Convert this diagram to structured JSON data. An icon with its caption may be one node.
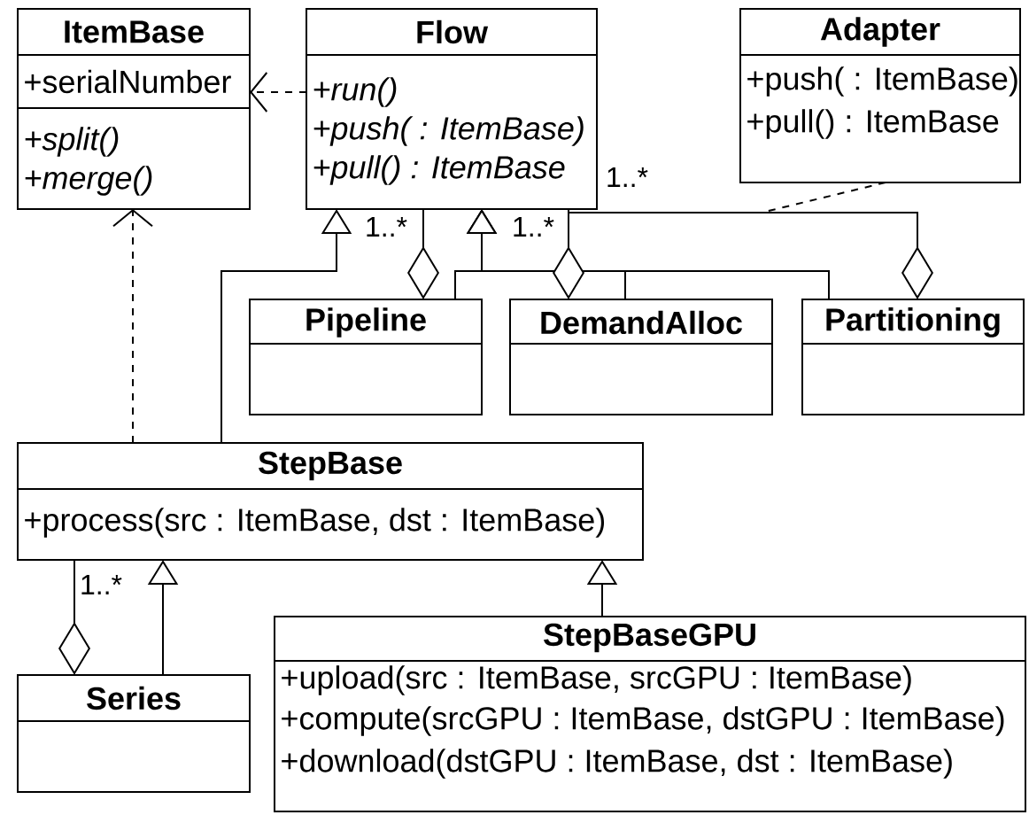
{
  "diagram": {
    "nodes": [
      {
        "text": [
          "ItemBase",
          "+serialNumber",
          "+split()",
          "+merge()"
        ]
      },
      {
        "text": [
          "Flow",
          "+run()",
          "+push( : ItemBase)",
          "+pull() : ItemBase"
        ]
      },
      {
        "text": [
          "Adapter",
          "+push( : ItemBase)",
          "+pull() : ItemBase"
        ]
      },
      {
        "text": [
          "Pipeline"
        ]
      },
      {
        "text": [
          "DemandAlloc"
        ]
      },
      {
        "text": [
          "Partitioning"
        ]
      },
      {
        "text": [
          "StepBase",
          "+process(src : ItemBase, dst : ItemBase)"
        ]
      },
      {
        "text": [
          "Series"
        ]
      },
      {
        "text": [
          "StepBaseGPU",
          "+upload(src : ItemBase, srcGPU : ItemBase)",
          "+compute(srcGPU : ItemBase, dstGPU : ItemBase)",
          "+download(dstGPU : ItemBase, dst : ItemBase)"
        ]
      }
    ],
    "edges": [
      {
        "from": 1,
        "to": 0,
        "arrow": "to",
        "style": "dashed"
      },
      {
        "from": 6,
        "to": 0,
        "arrow": "to",
        "style": "dashed"
      },
      {
        "from": 6,
        "to": 1,
        "arrow": "to"
      },
      {
        "from": 3,
        "to": 1,
        "arrow": "to"
      },
      {
        "from": 4,
        "to": 1,
        "arrow": "to"
      },
      {
        "from": 5,
        "to": 1,
        "arrow": "to"
      },
      {
        "from": 1,
        "to": 3,
        "arrow": "other",
        "label": "1..*"
      },
      {
        "from": 1,
        "to": 4,
        "arrow": "other",
        "label": "1..*"
      },
      {
        "from": 1,
        "to": 5,
        "arrow": "other",
        "label": "1..*"
      },
      {
        "from": 2,
        "to": null,
        "arrow": "none",
        "style": "dashed"
      },
      {
        "from": 6,
        "to": 7,
        "arrow": "other",
        "label": "1..*"
      },
      {
        "from": 7,
        "to": 6,
        "arrow": "to"
      },
      {
        "from": 8,
        "to": 6,
        "arrow": "to"
      }
    ]
  }
}
